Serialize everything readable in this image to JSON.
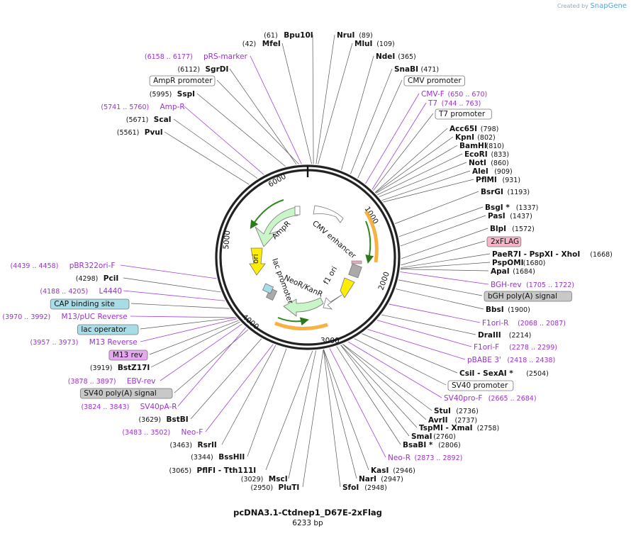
{
  "credit": {
    "prefix": "Created by",
    "brand": "SnapGene"
  },
  "plasmid": {
    "name": "pcDNA3.1-Ctdnep1_D67E-2xFlag",
    "size_label": "6233 bp",
    "length": 6233
  },
  "ticks": [
    "1000",
    "2000",
    "3000",
    "4000",
    "5000",
    "6000"
  ],
  "colors": {
    "primer": "#9b30d0",
    "enzyme": "#111111",
    "arrow_green": "#c9f5c9",
    "arrow_yellow": "#ffee00",
    "arrow_white": "#ffffff",
    "arrow_grey": "#aaaaaa",
    "orange": "#f5a623",
    "box_pink": "#f4b6c8",
    "box_grey": "#c8c8c8",
    "box_cyan": "#a8dde8",
    "box_purple": "#e6a8f0"
  },
  "features": [
    {
      "name": "AmpR",
      "type": "arrow",
      "color": "green"
    },
    {
      "name": "ori",
      "type": "arrow",
      "color": "yellow"
    },
    {
      "name": "CMV enhancer",
      "type": "arrow",
      "color": "white"
    },
    {
      "name": "NeoR/KanR",
      "type": "arrow",
      "color": "green"
    },
    {
      "name": "f1 ori",
      "type": "arrow",
      "color": "grey"
    },
    {
      "name": "lac promoter",
      "type": "arrow",
      "color": "white"
    }
  ],
  "labels": [
    {
      "pos": "(61)",
      "name": "Bpu10I",
      "kind": "enzyme"
    },
    {
      "pos": "(42)",
      "name": "MfeI",
      "kind": "enzyme"
    },
    {
      "pos": "(6158 .. 6177)",
      "name": "pRS-marker",
      "kind": "primer"
    },
    {
      "pos": "(6112)",
      "name": "SgrDI",
      "kind": "enzyme"
    },
    {
      "pos": "",
      "name": "AmpR promoter",
      "kind": "box-white"
    },
    {
      "pos": "(5995)",
      "name": "SspI",
      "kind": "enzyme"
    },
    {
      "pos": "(5741 .. 5760)",
      "name": "Amp-R",
      "kind": "primer"
    },
    {
      "pos": "(5671)",
      "name": "ScaI",
      "kind": "enzyme"
    },
    {
      "pos": "(5561)",
      "name": "PvuI",
      "kind": "enzyme"
    },
    {
      "pos": "(89)",
      "name": "NruI",
      "kind": "enzyme"
    },
    {
      "pos": "(109)",
      "name": "MluI",
      "kind": "enzyme"
    },
    {
      "pos": "(365)",
      "name": "NdeI",
      "kind": "enzyme"
    },
    {
      "pos": "(471)",
      "name": "SnaBI",
      "kind": "enzyme"
    },
    {
      "pos": "",
      "name": "CMV promoter",
      "kind": "box-white"
    },
    {
      "pos": "(650 .. 670)",
      "name": "CMV-F",
      "kind": "primer"
    },
    {
      "pos": "(744 .. 763)",
      "name": "T7",
      "kind": "primer"
    },
    {
      "pos": "",
      "name": "T7 promoter",
      "kind": "box-white"
    },
    {
      "pos": "(798)",
      "name": "Acc65I",
      "kind": "enzyme"
    },
    {
      "pos": "(802)",
      "name": "KpnI",
      "kind": "enzyme"
    },
    {
      "pos": "(810)",
      "name": "BamHI",
      "kind": "enzyme"
    },
    {
      "pos": "(833)",
      "name": "EcoRI",
      "kind": "enzyme"
    },
    {
      "pos": "(860)",
      "name": "NotI",
      "kind": "enzyme"
    },
    {
      "pos": "(909)",
      "name": "AleI",
      "kind": "enzyme"
    },
    {
      "pos": "(931)",
      "name": "PflMI",
      "kind": "enzyme"
    },
    {
      "pos": "(1193)",
      "name": "BsrGI",
      "kind": "enzyme"
    },
    {
      "pos": "(1337)",
      "name": "BsgI *",
      "kind": "enzyme"
    },
    {
      "pos": "(1437)",
      "name": "PasI",
      "kind": "enzyme"
    },
    {
      "pos": "(1572)",
      "name": "BlpI",
      "kind": "enzyme"
    },
    {
      "pos": "",
      "name": "2xFLAG",
      "kind": "box-pink"
    },
    {
      "pos": "(1668)",
      "name": "PaeR7I - PspXI - XhoI",
      "kind": "enzyme"
    },
    {
      "pos": "(1680)",
      "name": "PspOMI",
      "kind": "enzyme"
    },
    {
      "pos": "(1684)",
      "name": "ApaI",
      "kind": "enzyme"
    },
    {
      "pos": "(1705 .. 1722)",
      "name": "BGH-rev",
      "kind": "primer"
    },
    {
      "pos": "",
      "name": "bGH poly(A) signal",
      "kind": "box-grey"
    },
    {
      "pos": "(1900)",
      "name": "BbsI",
      "kind": "enzyme"
    },
    {
      "pos": "(2068 .. 2087)",
      "name": "F1ori-R",
      "kind": "primer"
    },
    {
      "pos": "(2214)",
      "name": "DraIII",
      "kind": "enzyme"
    },
    {
      "pos": "(2278 .. 2299)",
      "name": "F1ori-F",
      "kind": "primer"
    },
    {
      "pos": "(2418 .. 2438)",
      "name": "pBABE 3'",
      "kind": "primer"
    },
    {
      "pos": "(2504)",
      "name": "CsiI - SexAI *",
      "kind": "enzyme"
    },
    {
      "pos": "",
      "name": "SV40 promoter",
      "kind": "box-white"
    },
    {
      "pos": "(2665 .. 2684)",
      "name": "SV40pro-F",
      "kind": "primer"
    },
    {
      "pos": "(2736)",
      "name": "StuI",
      "kind": "enzyme"
    },
    {
      "pos": "(2737)",
      "name": "AvrII",
      "kind": "enzyme"
    },
    {
      "pos": "(2758)",
      "name": "TspMI - XmaI",
      "kind": "enzyme"
    },
    {
      "pos": "(2760)",
      "name": "SmaI",
      "kind": "enzyme"
    },
    {
      "pos": "(2806)",
      "name": "BsaBI *",
      "kind": "enzyme"
    },
    {
      "pos": "(2873 .. 2892)",
      "name": "Neo-R",
      "kind": "primer"
    },
    {
      "pos": "(2946)",
      "name": "KasI",
      "kind": "enzyme"
    },
    {
      "pos": "(2947)",
      "name": "NarI",
      "kind": "enzyme"
    },
    {
      "pos": "(2948)",
      "name": "SfoI",
      "kind": "enzyme"
    },
    {
      "pos": "(2950)",
      "name": "PluTI",
      "kind": "enzyme"
    },
    {
      "pos": "(3029)",
      "name": "MscI",
      "kind": "enzyme"
    },
    {
      "pos": "(3065)",
      "name": "PflFI - Tth111I",
      "kind": "enzyme"
    },
    {
      "pos": "(3344)",
      "name": "BssHII",
      "kind": "enzyme"
    },
    {
      "pos": "(3463)",
      "name": "RsrII",
      "kind": "enzyme"
    },
    {
      "pos": "(3483 .. 3502)",
      "name": "Neo-F",
      "kind": "primer"
    },
    {
      "pos": "(3629)",
      "name": "BstBI",
      "kind": "enzyme"
    },
    {
      "pos": "(3824 .. 3843)",
      "name": "SV40pA-R",
      "kind": "primer"
    },
    {
      "pos": "",
      "name": "SV40 poly(A) signal",
      "kind": "box-grey"
    },
    {
      "pos": "(3878 .. 3897)",
      "name": "EBV-rev",
      "kind": "primer"
    },
    {
      "pos": "(3919)",
      "name": "BstZ17I",
      "kind": "enzyme"
    },
    {
      "pos": "",
      "name": "M13 rev",
      "kind": "box-purple"
    },
    {
      "pos": "(3957 .. 3973)",
      "name": "M13 Reverse",
      "kind": "primer"
    },
    {
      "pos": "",
      "name": "lac operator",
      "kind": "box-cyan"
    },
    {
      "pos": "(3970 .. 3992)",
      "name": "M13/pUC Reverse",
      "kind": "primer"
    },
    {
      "pos": "",
      "name": "CAP binding site",
      "kind": "box-cyan"
    },
    {
      "pos": "(4188 .. 4205)",
      "name": "L4440",
      "kind": "primer"
    },
    {
      "pos": "(4298)",
      "name": "PciI",
      "kind": "enzyme"
    },
    {
      "pos": "(4439 .. 4458)",
      "name": "pBR322ori-F",
      "kind": "primer"
    }
  ]
}
